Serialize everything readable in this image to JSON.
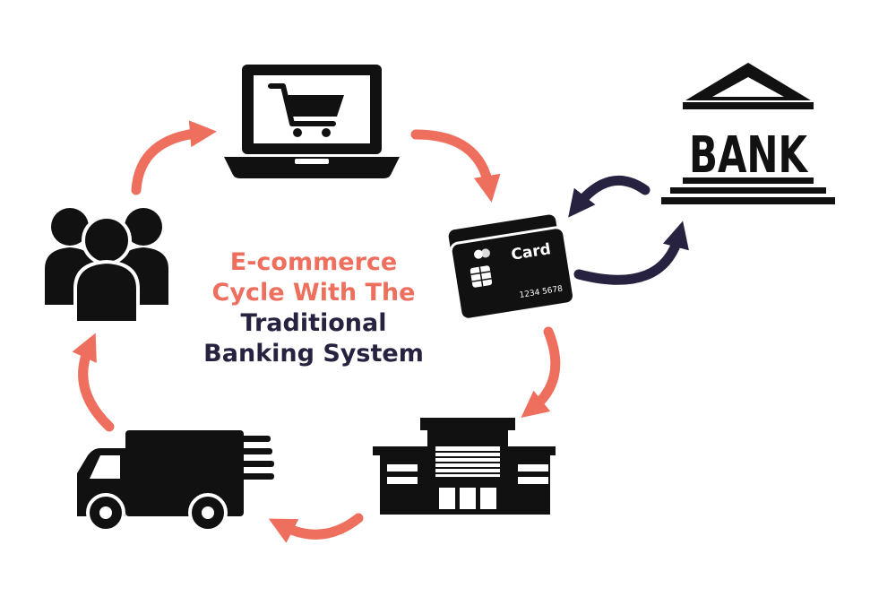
{
  "title": {
    "line1": "E-commerce",
    "line2": "Cycle With The",
    "line3": "Traditional",
    "line4": "Banking System"
  },
  "bank": {
    "label": "BANK"
  },
  "card": {
    "label": "Card",
    "number": "1234 5678"
  },
  "colors": {
    "cycle_arrow": "#ee6f5e",
    "bank_arrow": "#26223f",
    "icon": "#111111"
  },
  "nodes": [
    "laptop-cart-icon",
    "credit-card-icon",
    "store-icon",
    "delivery-truck-icon",
    "customers-icon",
    "bank-icon"
  ]
}
